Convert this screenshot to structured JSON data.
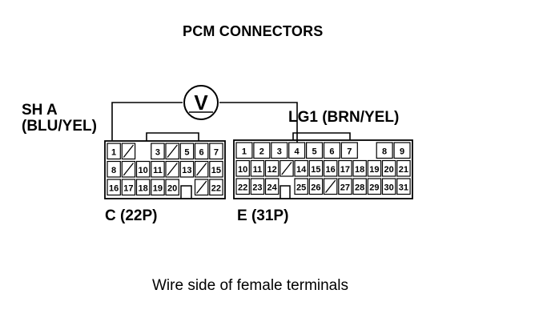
{
  "title": "PCM CONNECTORS",
  "meter": {
    "symbol": "V",
    "icon": "voltmeter-icon"
  },
  "probe_left": {
    "line1": "SH A",
    "line2": "(BLU/YEL)"
  },
  "probe_right": {
    "label": "LG1 (BRN/YEL)"
  },
  "connector_c": {
    "label": "C (22P)",
    "rows": [
      [
        "1",
        "/",
        "",
        "3",
        "/",
        "5",
        "6",
        "7"
      ],
      [
        "8",
        "/",
        "10",
        "11",
        "/",
        "13",
        "/",
        "15"
      ],
      [
        "16",
        "17",
        "18",
        "19",
        "20",
        "",
        "/",
        "22"
      ]
    ]
  },
  "connector_e": {
    "label": "E (31P)",
    "rows": [
      [
        "1",
        "2",
        "3",
        "4",
        "5",
        "6",
        "7",
        "",
        "8",
        "9"
      ],
      [
        "10",
        "11",
        "12",
        "/",
        "14",
        "15",
        "16",
        "17",
        "18",
        "19",
        "20",
        "21"
      ],
      [
        "22",
        "23",
        "24",
        "",
        "25",
        "26",
        "/",
        "27",
        "28",
        "29",
        "30",
        "31"
      ]
    ]
  },
  "caption": "Wire side of female terminals"
}
